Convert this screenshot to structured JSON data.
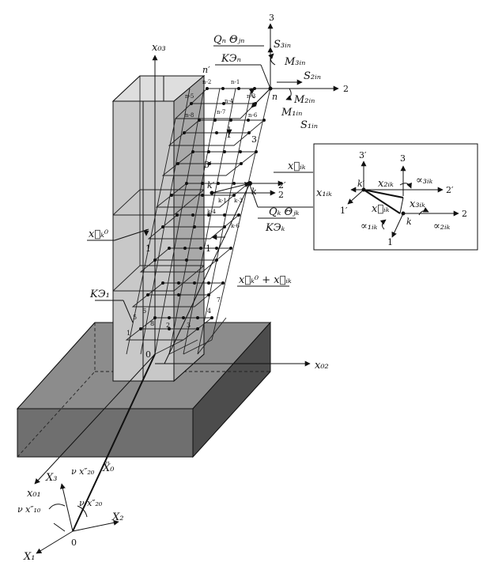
{
  "axes": {
    "x03": "x₀₃",
    "x02": "x₀₂",
    "x01": "x₀₁",
    "X1": "X₁",
    "X2": "X₂",
    "X3": "X₃",
    "origin": "0",
    "ground_origin": "0",
    "X0": "Ẍ₀",
    "nu10": "ν x″₁₀",
    "nu20": "ν x″₂₀",
    "nu20b": "ν x″₂₀"
  },
  "top_node": {
    "ax3": "3",
    "ax2": "2",
    "n_prime": "n′",
    "n": "n",
    "Qn": "Qₙ  Θⱼₙ",
    "KEn": "KЭₙ",
    "S3in": "S₃ᵢₙ",
    "M3in": "M₃ᵢₙ",
    "S2in": "S₂ᵢₙ",
    "M2in": "M₂ᵢₙ",
    "M1in": "M₁ᵢₙ",
    "S1in": "S₁ᵢₙ",
    "n1": "n-1",
    "n2": "n-2",
    "n3": "n-3",
    "n4": "n-4",
    "n5": "n-5",
    "n6": "n-6",
    "n7": "n-7",
    "n8": "n-8"
  },
  "mid_node": {
    "xik": "x⃗ᵢₖ",
    "k": "k",
    "k_prime": "k′",
    "two_prime": "2′",
    "two": "2",
    "Qk": "Qₖ  Θⱼₖ",
    "KEk": "KЭₖ",
    "k1": "k-1",
    "k3": "k-3",
    "k4": "k-4",
    "k6": "k-6",
    "three_prime": "3′",
    "three": "3",
    "one_a": "1",
    "one_b": "1",
    "one_c": "1"
  },
  "left_labels": {
    "xk0": "x⃗ₖ⁰",
    "KE1": "KЭ₁",
    "sum": "x⃗ₖ⁰ + x⃗ᵢₖ"
  },
  "bottom_nodes": {
    "b1": "1",
    "b2": "2",
    "b3": "3",
    "b4": "4",
    "b6": "6",
    "b7": "7",
    "b8": "8",
    "b5": "5"
  },
  "inset": {
    "three_prime": "3′",
    "three": "3",
    "x2ik": "x₂ᵢₖ",
    "alpha3ik": "∝₃ᵢₖ",
    "two_prime": "2′",
    "k_prime": "k′",
    "x1ik": "x₁ᵢₖ",
    "x3ik": "x₃ᵢₖ",
    "xik": "x⃗ᵢₖ",
    "two": "2",
    "alpha2ik": "∝₂ᵢₖ",
    "k": "k",
    "one_prime": "1′",
    "alpha1ik": "∝₁ᵢₖ",
    "one": "1"
  }
}
